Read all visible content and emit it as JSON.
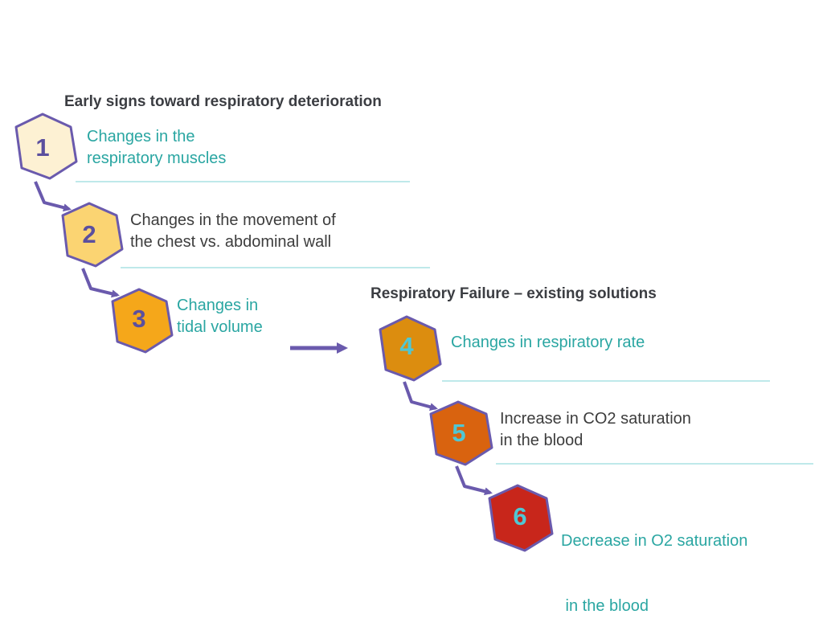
{
  "groups": [
    {
      "heading": "Early signs toward respiratory deterioration"
    },
    {
      "heading": "Respiratory Failure – existing solutions"
    }
  ],
  "steps": [
    {
      "number": "1",
      "line1": "Changes in the",
      "line2": "respiratory muscles",
      "fill": "#fdf1d3",
      "number_color": "#5b4f9e",
      "text_color": "#2aa6a2"
    },
    {
      "number": "2",
      "line1": "Changes in the movement of",
      "line2": "the chest vs. abdominal wall",
      "fill": "#fbd472",
      "number_color": "#5b4f9e",
      "text_color": "#3d3d3d"
    },
    {
      "number": "3",
      "line1": "Changes in",
      "line2": "tidal volume",
      "fill": "#f5a71a",
      "number_color": "#5b4f9e",
      "text_color": "#2aa6a2"
    },
    {
      "number": "4",
      "line1": "Changes in respiratory rate",
      "line2": "",
      "fill": "#dc8d0f",
      "number_color": "#4fc7d4",
      "text_color": "#2aa6a2"
    },
    {
      "number": "5",
      "line1": "Increase in CO2 saturation",
      "line2": "in the blood",
      "fill": "#d9630f",
      "number_color": "#4fc7d4",
      "text_color": "#3d3d3d"
    },
    {
      "number": "6",
      "line1": "Decrease in O2 saturation",
      "line2": " in the blood",
      "fill": "#c8261b",
      "number_color": "#4fc7d4",
      "text_color": "#2aa6a2"
    }
  ],
  "colors": {
    "hex_stroke": "#6a5aad",
    "arrow": "#6a5aad",
    "divider": "#7fd3d6",
    "heading": "#3b3d42"
  }
}
